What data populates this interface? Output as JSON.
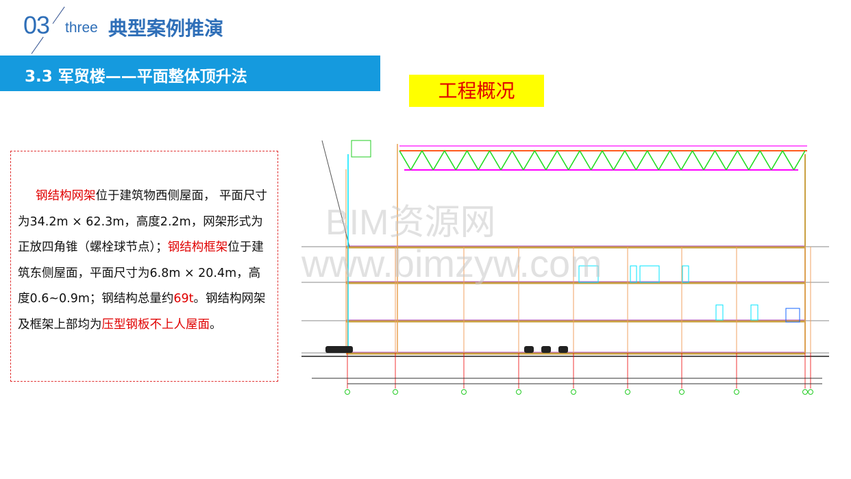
{
  "header": {
    "section_number": "03",
    "section_word": "three",
    "section_title": "典型案例推演"
  },
  "banner": {
    "title": "3.3 军贸楼——平面整体顶升法"
  },
  "overview_label": "工程概况",
  "description": {
    "segments": [
      {
        "text": "钢结构网架",
        "highlight": true
      },
      {
        "text": "位于建筑物西侧屋面， 平面尺寸为34.2m × 62.3m，高度2.2m，网架形式为正放四角锥（螺栓球节点）；",
        "highlight": false
      },
      {
        "text": "钢结构框架",
        "highlight": true
      },
      {
        "text": "位于建筑东侧屋面，平面尺寸为6.8m × 20.4m，高度0.6~0.9m；钢结构总量约",
        "highlight": false
      },
      {
        "text": "69t",
        "highlight": true
      },
      {
        "text": "。钢结构网架及框架上部均为",
        "highlight": false
      },
      {
        "text": "压型钢板不上人屋面",
        "highlight": true
      },
      {
        "text": "。",
        "highlight": false
      }
    ]
  },
  "watermark": {
    "line1": "BIM资源网",
    "line2": "www.bimzyw.com"
  },
  "colors": {
    "accent_blue": "#159ade",
    "title_blue": "#2f6fb8",
    "highlight_red": "#e00000",
    "label_yellow": "#ffff00"
  }
}
